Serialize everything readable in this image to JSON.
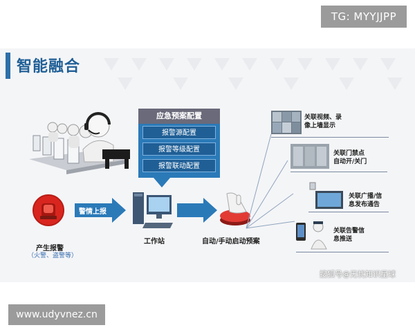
{
  "watermark_top": "TG: MYYJJPP",
  "watermark_bottom": "www.udyvnez.cn",
  "title": "智能融合",
  "config": {
    "header": "应急预案配置",
    "items": [
      "报警源配置",
      "报警等级配置",
      "报警联动配置"
    ]
  },
  "flow": {
    "alarm_label": "产生报警",
    "alarm_sub": "（火警、盗警等）",
    "arrow1_label": "警情上报",
    "workstation_label": "工作站",
    "manual_label": "自动/手动启动预案"
  },
  "links": [
    {
      "line1": "关联视频、录",
      "line2": "像上墙显示"
    },
    {
      "line1": "关联门禁点",
      "line2": "自动开/关门"
    },
    {
      "line1": "关联广播/信",
      "line2": "息发布通告"
    },
    {
      "line1": "关联告警信",
      "line2": "息推送"
    }
  ],
  "sohu_watermark": "搜狐号@无忧知识星球",
  "colors": {
    "accent": "#1f5f96",
    "panel": "#2b7ab8",
    "alarm_red": "#d8261f"
  }
}
